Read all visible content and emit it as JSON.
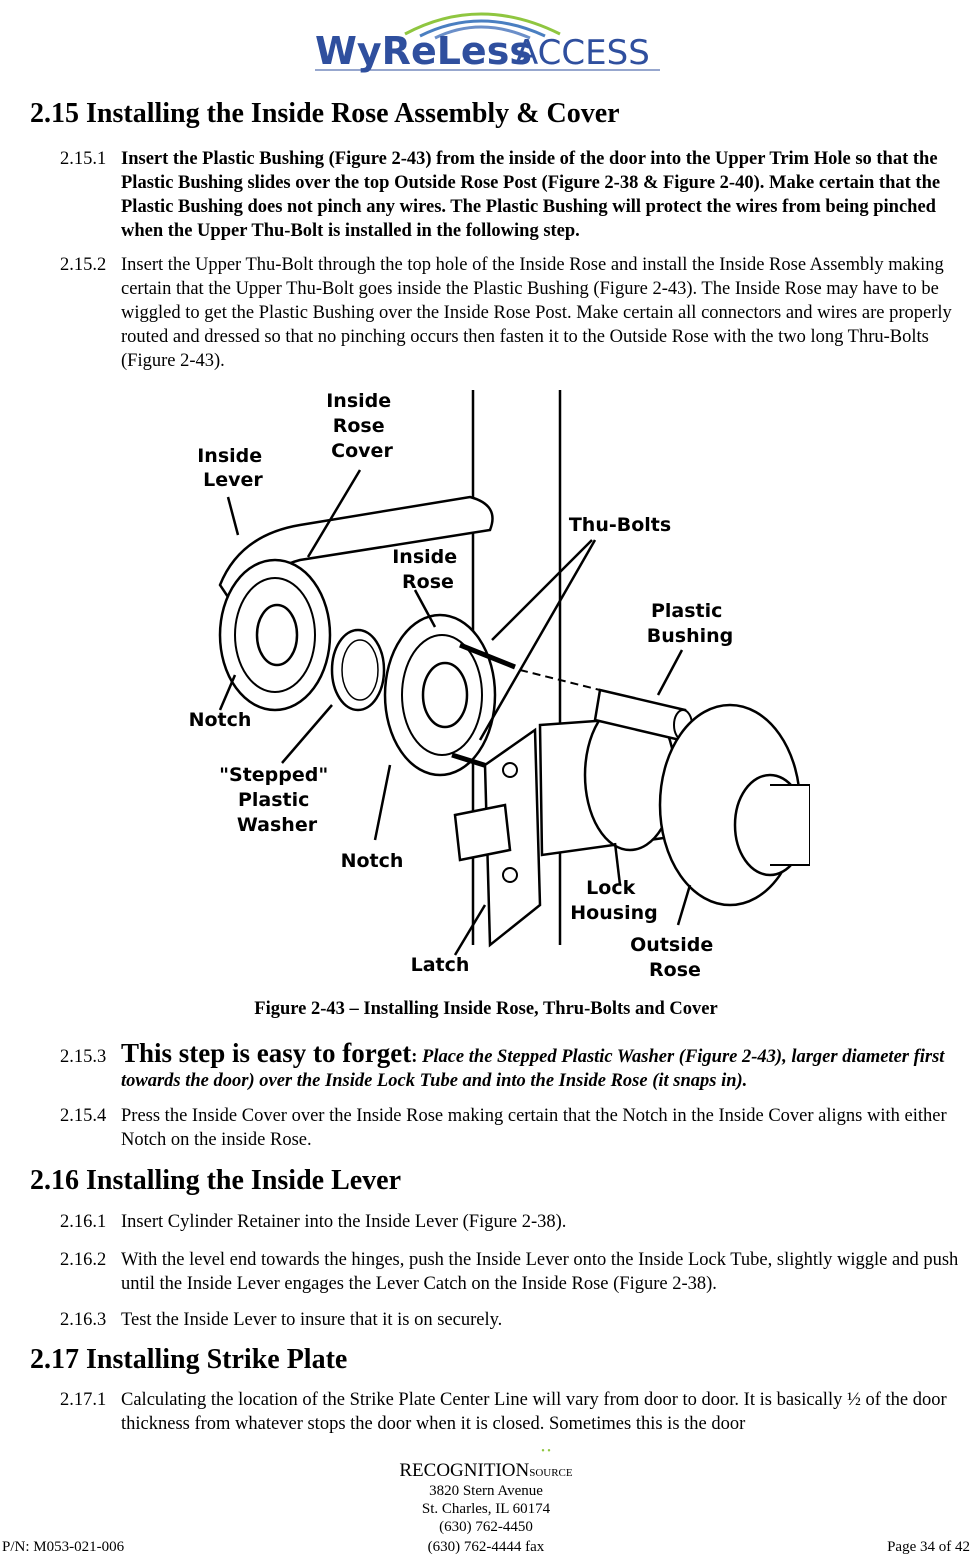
{
  "header": {
    "logo_word1": "WyReLess",
    "logo_word2": "ACCESS",
    "brand_color": "#2f4f9e",
    "arc_colors": [
      "#8fc640",
      "#4a7fc1",
      "#6b8fc9"
    ]
  },
  "section_2_15": {
    "title": "2.15 Installing the Inside Rose Assembly & Cover",
    "s1_num": "2.15.1",
    "s1_text": "Insert the Plastic Bushing (Figure 2-43) from the inside of the door into the Upper Trim Hole so that the Plastic Bushing slides over the top Outside Rose Post (Figure 2-38 & Figure 2-40).  Make certain that the Plastic Bushing does not pinch any wires.  The Plastic Bushing will protect the wires from being pinched when the Upper Thu-Bolt is installed in the following step.",
    "s2_num": "2.15.2",
    "s2_text": "Insert the Upper Thu-Bolt through the top hole of the Inside Rose and install the Inside Rose Assembly making certain that the Upper Thu-Bolt goes inside the Plastic Bushing (Figure 2-43).  The Inside Rose may have to be wiggled to get the Plastic Bushing over the Inside Rose Post.   Make certain all connectors and wires are properly routed and dressed so that no pinching occurs then fasten it to the Outside Rose with the two long Thru-Bolts (Figure 2-43).",
    "s3_num": "2.15.3",
    "s3_lead": "This step is easy to forget",
    "s3_colon": ":",
    "s3_text": " Place the Stepped Plastic Washer (Figure 2-43), larger diameter first towards the door) over the Inside Lock Tube and into the Inside Rose (it snaps in).",
    "s4_num": "2.15.4",
    "s4_text": "Press the Inside Cover over the Inside Rose making certain that the Notch in the Inside Cover aligns with either Notch on the inside Rose."
  },
  "figure": {
    "labels": {
      "inside_lever": [
        "Inside",
        "Lever"
      ],
      "inside_rose_cover": [
        "Inside",
        "Rose",
        "Cover"
      ],
      "inside_rose": [
        "Inside",
        "Rose"
      ],
      "thu_bolts": "Thu-Bolts",
      "plastic_bushing": [
        "Plastic",
        "Bushing"
      ],
      "notch_left": "Notch",
      "stepped_washer": [
        "\"Stepped\"",
        "Plastic",
        "Washer"
      ],
      "notch_center": "Notch",
      "lock_housing": [
        "Lock",
        "Housing"
      ],
      "outside_rose": [
        "Outside",
        "Rose"
      ],
      "latch": "Latch"
    },
    "caption": "Figure 2-43 – Installing Inside Rose, Thru-Bolts and Cover"
  },
  "section_2_16": {
    "title": "2.16 Installing the Inside Lever",
    "s1_num": "2.16.1",
    "s1_text": "Insert Cylinder Retainer into the Inside Lever (Figure 2-38).",
    "s2_num": "2.16.2",
    "s2_text": "With the level end towards the hinges, push the Inside Lever onto the Inside Lock Tube, slightly wiggle and push until the Inside Lever engages the Lever Catch on the Inside Rose (Figure 2-38).",
    "s3_num": "2.16.3",
    "s3_text": "Test the Inside Lever to insure that it is on securely."
  },
  "section_2_17": {
    "title": "2.17 Installing Strike Plate",
    "s1_num": "2.17.1",
    "s1_text": "Calculating the location of the Strike Plate Center Line will vary from door to door. It is basically ½ of the door thickness from whatever stops the door when it is closed.  Sometimes this is the door"
  },
  "footer": {
    "company_main": "RECOGNITION",
    "company_sub": "SOURCE",
    "address1": "3820 Stern Avenue",
    "address2": "St. Charles, IL 60174",
    "phone": "(630) 762-4450",
    "fax": "(630) 762-4444 fax",
    "part_number": "P/N: M053-021-006",
    "page": "Page 34 of 42"
  }
}
